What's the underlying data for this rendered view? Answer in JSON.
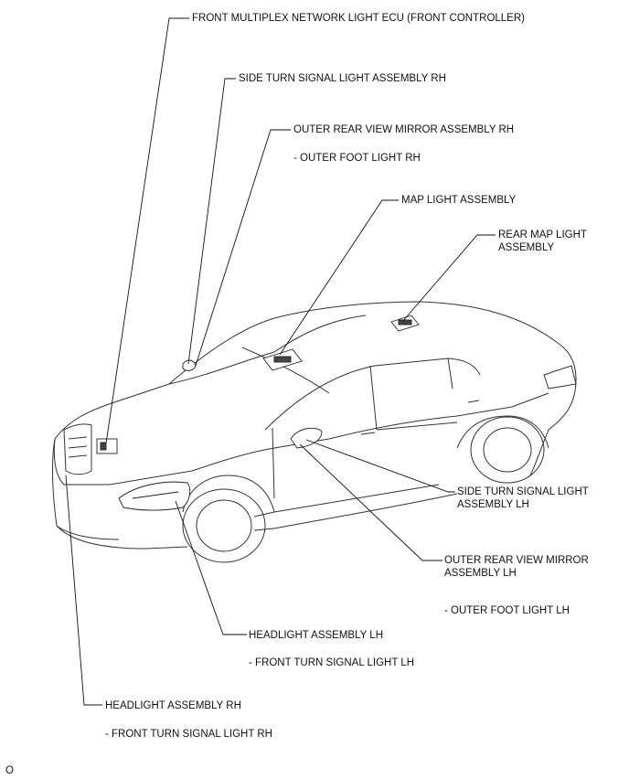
{
  "labels": {
    "front_ecu": "FRONT MULTIPLEX NETWORK LIGHT ECU (FRONT CONTROLLER)",
    "side_turn_rh": "SIDE TURN SIGNAL LIGHT ASSEMBLY RH",
    "mirror_rh": "OUTER REAR VIEW MIRROR ASSEMBLY RH",
    "foot_rh": "- OUTER FOOT LIGHT RH",
    "map_light": "MAP LIGHT ASSEMBLY",
    "rear_map_1": "REAR MAP LIGHT",
    "rear_map_2": "ASSEMBLY",
    "side_turn_lh_1": "SIDE TURN SIGNAL LIGHT",
    "side_turn_lh_2": "ASSEMBLY LH",
    "mirror_lh_1": "OUTER REAR VIEW MIRROR",
    "mirror_lh_2": "ASSEMBLY LH",
    "foot_lh": "- OUTER FOOT LIGHT LH",
    "headlight_lh": "HEADLIGHT ASSEMBLY LH",
    "front_turn_lh": "- FRONT TURN SIGNAL LIGHT LH",
    "headlight_rh": "HEADLIGHT ASSEMBLY RH",
    "front_turn_rh": "- FRONT TURN SIGNAL LIGHT RH",
    "corner_code": "O"
  }
}
